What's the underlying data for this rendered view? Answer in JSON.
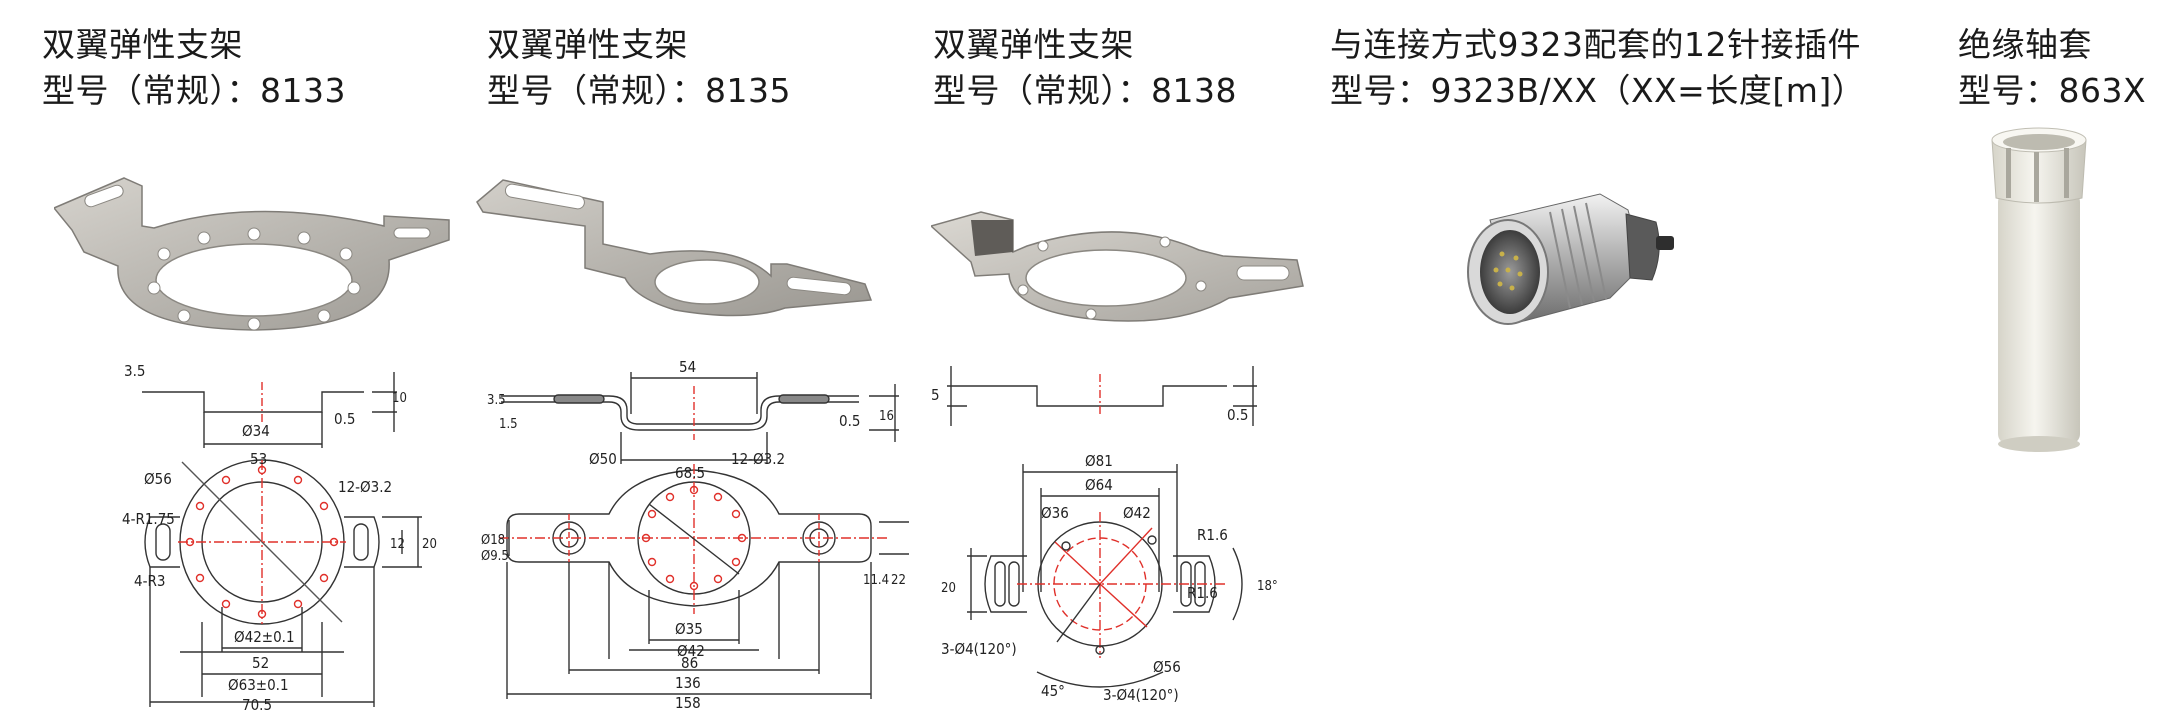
{
  "products": [
    {
      "name": "双翼弹性支架",
      "model": "型号（常规）：8133"
    },
    {
      "name": "双翼弹性支架",
      "model": "型号（常规）：8135"
    },
    {
      "name": "双翼弹性支架",
      "model": "型号（常规）：8138"
    },
    {
      "name": "与连接方式9323配套的12针接插件",
      "model": "型号：9323B/XX（XX=长度[m]）"
    },
    {
      "name": "绝缘轴套",
      "model": "型号：863X"
    }
  ],
  "drawings": {
    "d8133": {
      "side": [
        "3.5",
        "10",
        "0.5",
        "Ø34",
        "53"
      ],
      "top": [
        "Ø56",
        "12-Ø3.2",
        "4-R1.75",
        "12",
        "20",
        "4-R3",
        "Ø42±0.1",
        "52",
        "Ø63±0.1",
        "70.5"
      ]
    },
    "d8135": {
      "side": [
        "54",
        "3.5",
        "1.5",
        "0.5",
        "16",
        "68.5"
      ],
      "top": [
        "Ø50",
        "12-Ø3.2",
        "Ø18",
        "Ø9.5",
        "11.4",
        "22",
        "Ø35",
        "Ø42",
        "86",
        "136",
        "158"
      ]
    },
    "d8138": {
      "side": [
        "5",
        "0.5"
      ],
      "top": [
        "Ø81",
        "Ø64",
        "Ø36",
        "Ø42",
        "R1.6",
        "20",
        "18°",
        "R1.6",
        "3-Ø4(120°)",
        "Ø56",
        "45°",
        "3-Ø4(120°)"
      ]
    }
  },
  "colors": {
    "metal": "#b9b6b0",
    "metal_dark": "#8f8c86",
    "line": "#333333",
    "center": "#e0302a",
    "sleeve": "#ecebe3"
  }
}
